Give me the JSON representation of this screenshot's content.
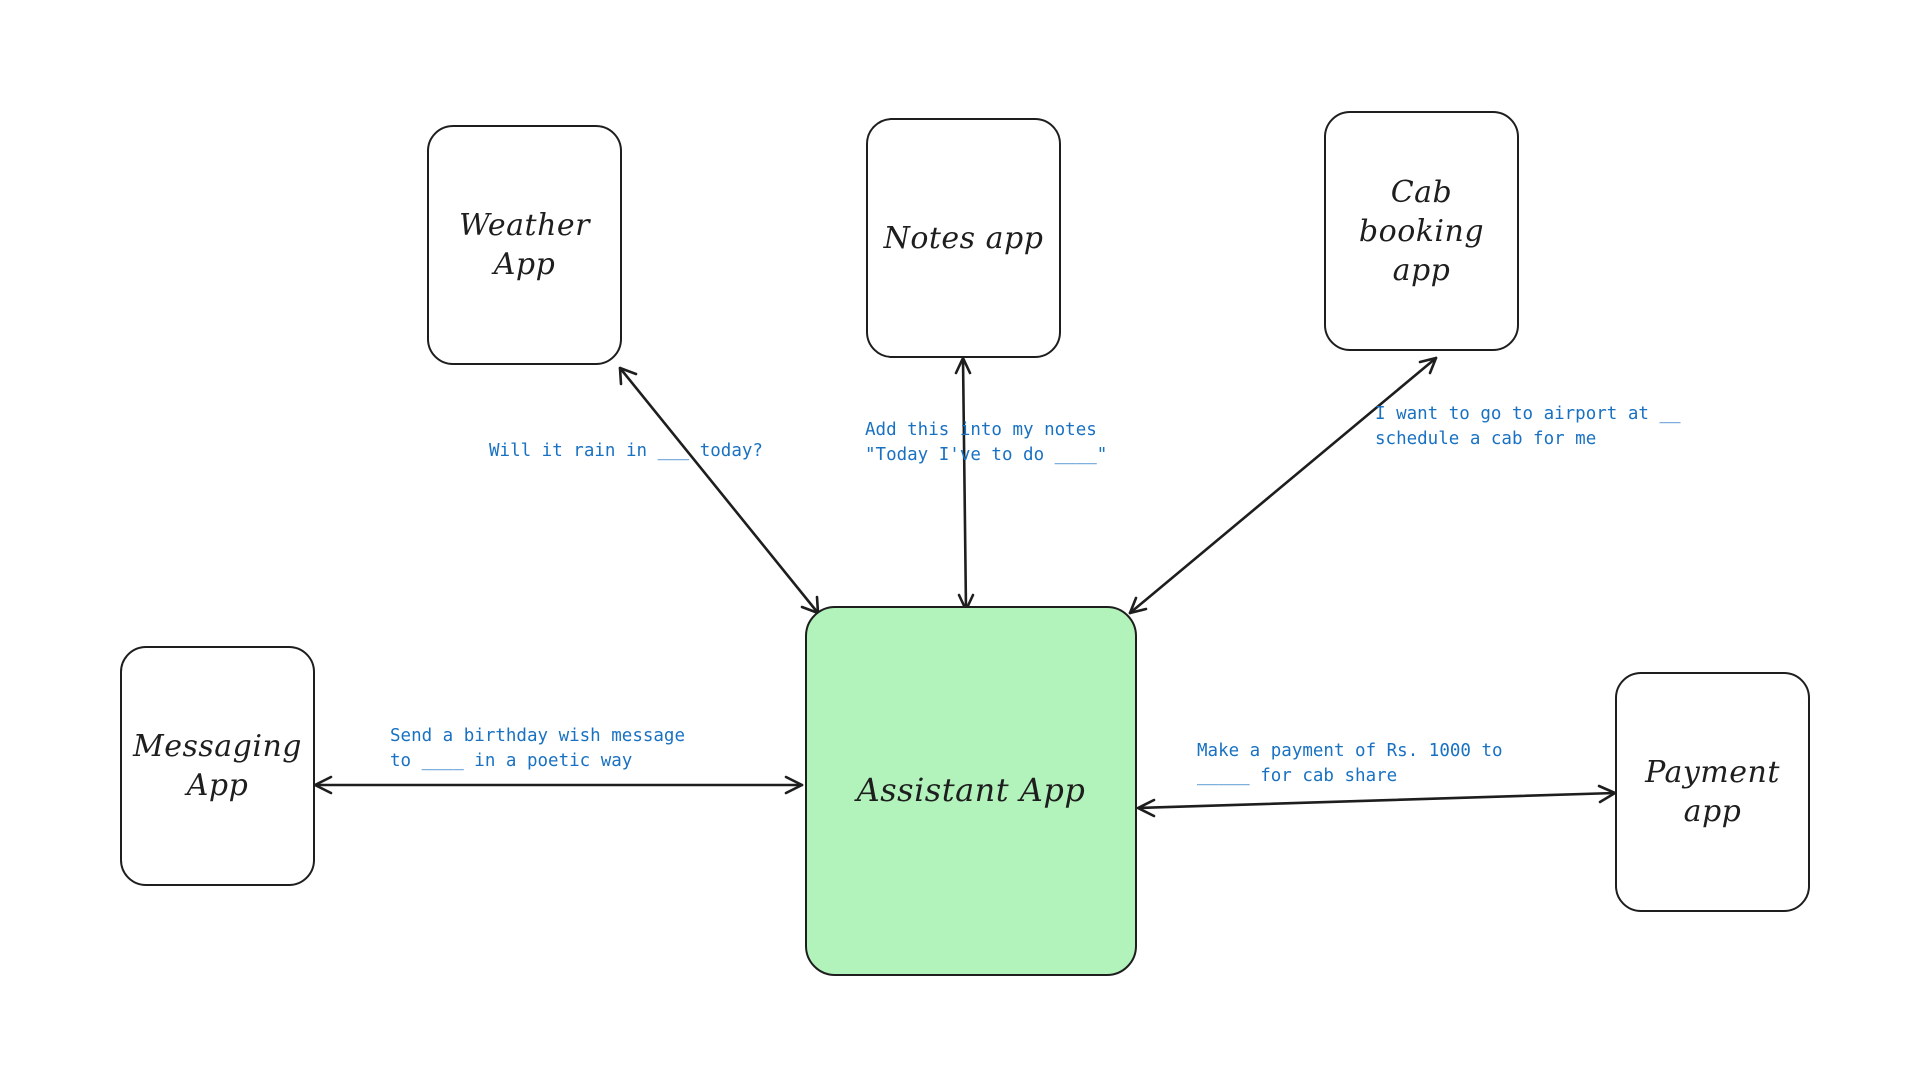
{
  "diagram": {
    "nodes": {
      "weather": {
        "label": "Weather\nApp"
      },
      "notes": {
        "label": "Notes app"
      },
      "cab": {
        "label": "Cab booking\napp"
      },
      "messaging": {
        "label": "Messaging\nApp"
      },
      "assistant": {
        "label": "Assistant App"
      },
      "payment": {
        "label": "Payment\napp"
      }
    },
    "edges": {
      "weather": {
        "from": "Assistant App",
        "to": "Weather App",
        "label": "Will it rain in ___ today?"
      },
      "notes": {
        "from": "Assistant App",
        "to": "Notes app",
        "label": "Add this into my notes\n\"Today I've to do ____\""
      },
      "cab": {
        "from": "Assistant App",
        "to": "Cab booking app",
        "label": "I want to go to airport at __\nschedule a cab for me"
      },
      "messaging": {
        "from": "Assistant App",
        "to": "Messaging App",
        "label": "Send a birthday wish message\nto ____ in a poetic way"
      },
      "payment": {
        "from": "Assistant App",
        "to": "Payment app",
        "label": "Make a payment of Rs. 1000 to\n_____ for cab share"
      }
    },
    "colors": {
      "assistant_fill": "#b2f2bb",
      "box_stroke": "#1e1e1e",
      "note_text": "#1971c2"
    }
  }
}
